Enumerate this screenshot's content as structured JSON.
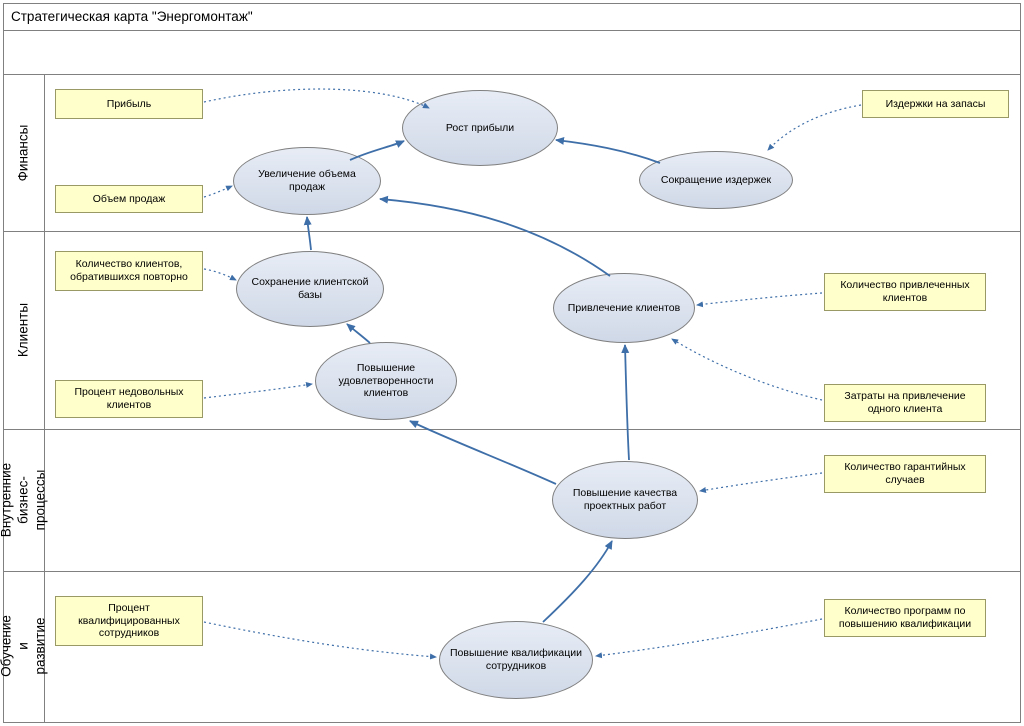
{
  "title": "Стратегическая карта \"Энергомонтаж\"",
  "perspectives": {
    "finance": "Финансы",
    "clients": "Клиенты",
    "processes": "Внутренние\nбизнес-процессы",
    "learning": "Обучение и\nразвитие"
  },
  "nodes": {
    "profit_growth": "Рост прибыли",
    "sales_increase": "Увеличение объема продаж",
    "cost_reduction": "Сокращение издержек",
    "client_retention": "Сохранение клиентской базы",
    "client_attraction": "Привлечение клиентов",
    "client_satisfaction": "Повышение удовлетворенности клиентов",
    "project_quality": "Повышение качества проектных работ",
    "staff_training": "Повышение квалификации сотрудников"
  },
  "indicators": {
    "profit": "Прибыль",
    "sales_volume": "Объем продаж",
    "inventory_costs": "Издержки на запасы",
    "repeat_clients": "Количество клиентов, обратившихся повторно",
    "dissatisfied_clients": "Процент недовольных клиентов",
    "attracted_clients": "Количество привлеченных клиентов",
    "attraction_cost": "Затраты на привлечение одного клиента",
    "warranty_cases": "Количество гарантийных случаев",
    "qualified_staff": "Процент квалифицированных сотрудников",
    "training_programs": "Количество программ по повышению квалификации"
  },
  "colors": {
    "arrow": "#3f6fa8",
    "node_fill": "#dbe2ee",
    "node_border": "#7f7f7f",
    "indicator_fill": "#ffffcc",
    "indicator_border": "#999966",
    "grid_border": "#808080"
  }
}
